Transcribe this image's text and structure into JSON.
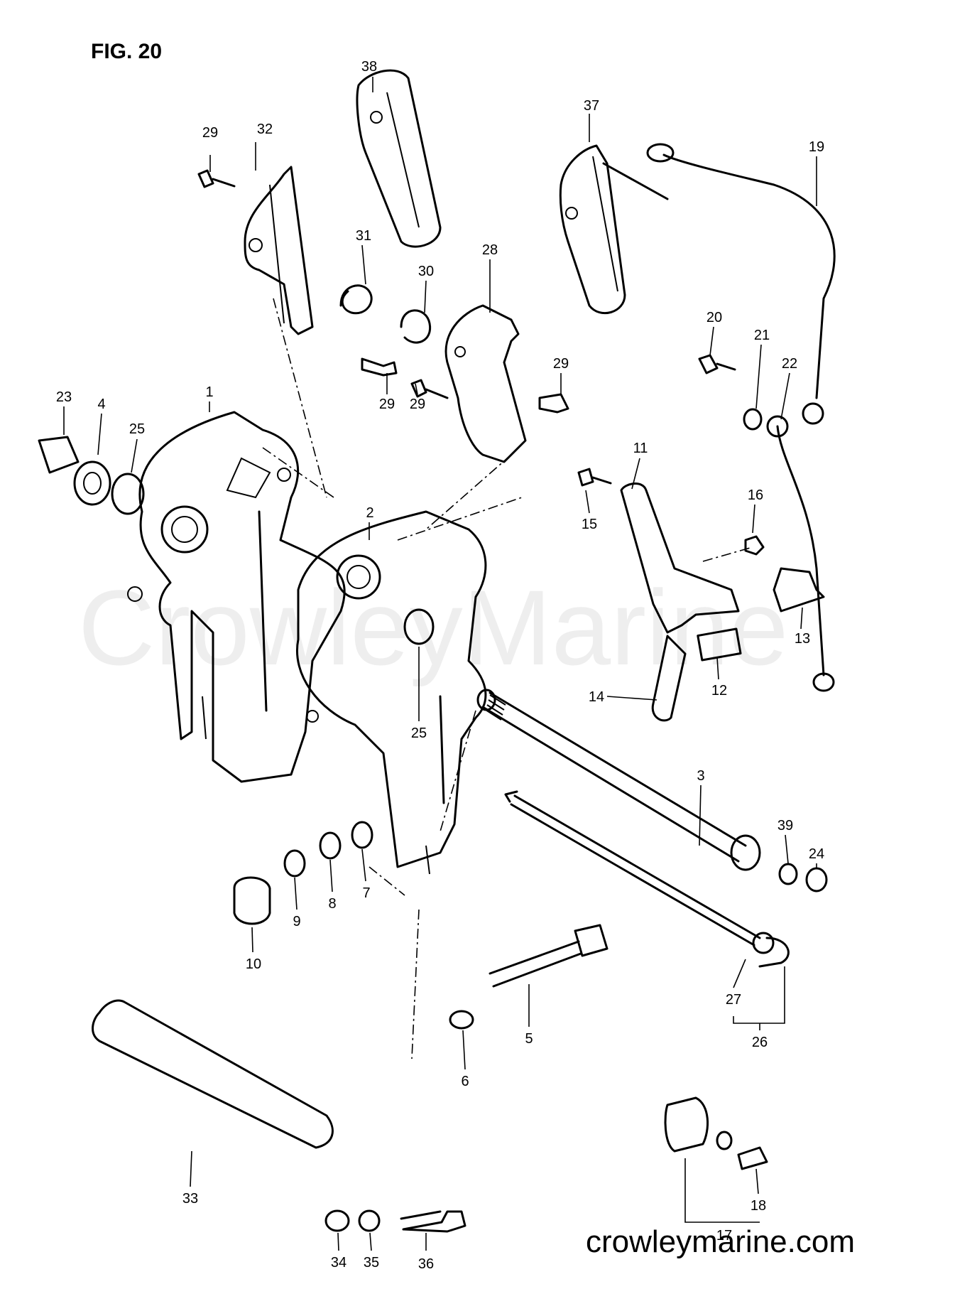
{
  "figure_title": "FIG. 20",
  "watermark": "CrowleyMarine",
  "website": "crowleymarine.com",
  "callouts": {
    "p1": "1",
    "p2": "2",
    "p3": "3",
    "p4": "4",
    "p5": "5",
    "p6": "6",
    "p7": "7",
    "p8": "8",
    "p9": "9",
    "p10": "10",
    "p11": "11",
    "p12": "12",
    "p13": "13",
    "p14": "14",
    "p15": "15",
    "p16": "16",
    "p17": "17",
    "p18": "18",
    "p19": "19",
    "p20": "20",
    "p21": "21",
    "p22": "22",
    "p23": "23",
    "p24": "24",
    "p25a": "25",
    "p25b": "25",
    "p26": "26",
    "p27": "27",
    "p28": "28",
    "p29a": "29",
    "p29b": "29",
    "p29c": "29",
    "p29d": "29",
    "p30": "30",
    "p31": "31",
    "p32": "32",
    "p33": "33",
    "p34": "34",
    "p35": "35",
    "p36": "36",
    "p37": "37",
    "p38": "38",
    "p39": "39"
  }
}
